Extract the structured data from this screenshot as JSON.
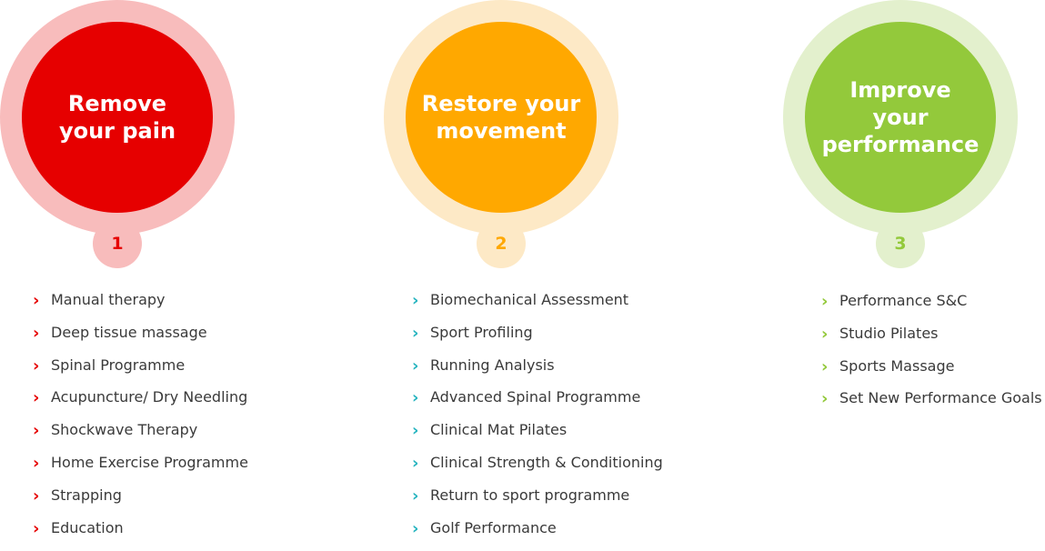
{
  "columns": [
    {
      "title_line1": "Remove",
      "title_line2": "your pain",
      "number": "1",
      "ring_color": "#f8bcbc",
      "circle_color": "#e60000",
      "badge_color": "#f8bcbc",
      "number_color": "#e60000",
      "chevron_color": "#e60000",
      "items": [
        "Manual therapy",
        "Deep tissue massage",
        "Spinal Programme",
        "Acupuncture/ Dry Needling",
        "Shockwave Therapy",
        "Home Exercise Programme",
        "Strapping",
        "Education"
      ]
    },
    {
      "title_line1": "Restore your",
      "title_line2": "movement",
      "number": "2",
      "ring_color": "#fde9c6",
      "circle_color": "#ffa800",
      "badge_color": "#fde9c6",
      "number_color": "#ffa800",
      "chevron_color": "#26b4bf",
      "items": [
        "Biomechanical Assessment",
        "Sport Profiling",
        "Running Analysis",
        "Advanced Spinal Programme",
        "Clinical Mat Pilates",
        "Clinical Strength & Conditioning",
        "Return to sport programme",
        "Golf Performance"
      ]
    },
    {
      "title_line1": "Improve your",
      "title_line2": "performance",
      "number": "3",
      "ring_color": "#e3f0cd",
      "circle_color": "#93c93b",
      "badge_color": "#e3f0cd",
      "number_color": "#93c93b",
      "chevron_color": "#93c93b",
      "items": [
        "Performance S&C",
        "Studio Pilates",
        "Sports Massage",
        "Set New Performance Goals"
      ]
    }
  ]
}
